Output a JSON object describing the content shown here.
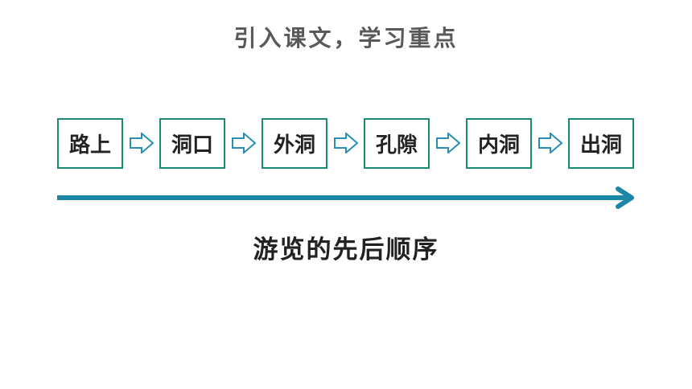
{
  "slide": {
    "title": "引入课文，学习重点",
    "caption": "游览的先后顺序"
  },
  "steps": [
    {
      "label": "路上"
    },
    {
      "label": "洞口"
    },
    {
      "label": "外洞"
    },
    {
      "label": "孔隙"
    },
    {
      "label": "内洞"
    },
    {
      "label": "出洞"
    }
  ],
  "colors": {
    "box_border": "#1b8a72",
    "arrow_outline": "#2a8fb0",
    "timeline": "#1a86a8",
    "title_text": "#595959",
    "body_text": "#222222"
  }
}
